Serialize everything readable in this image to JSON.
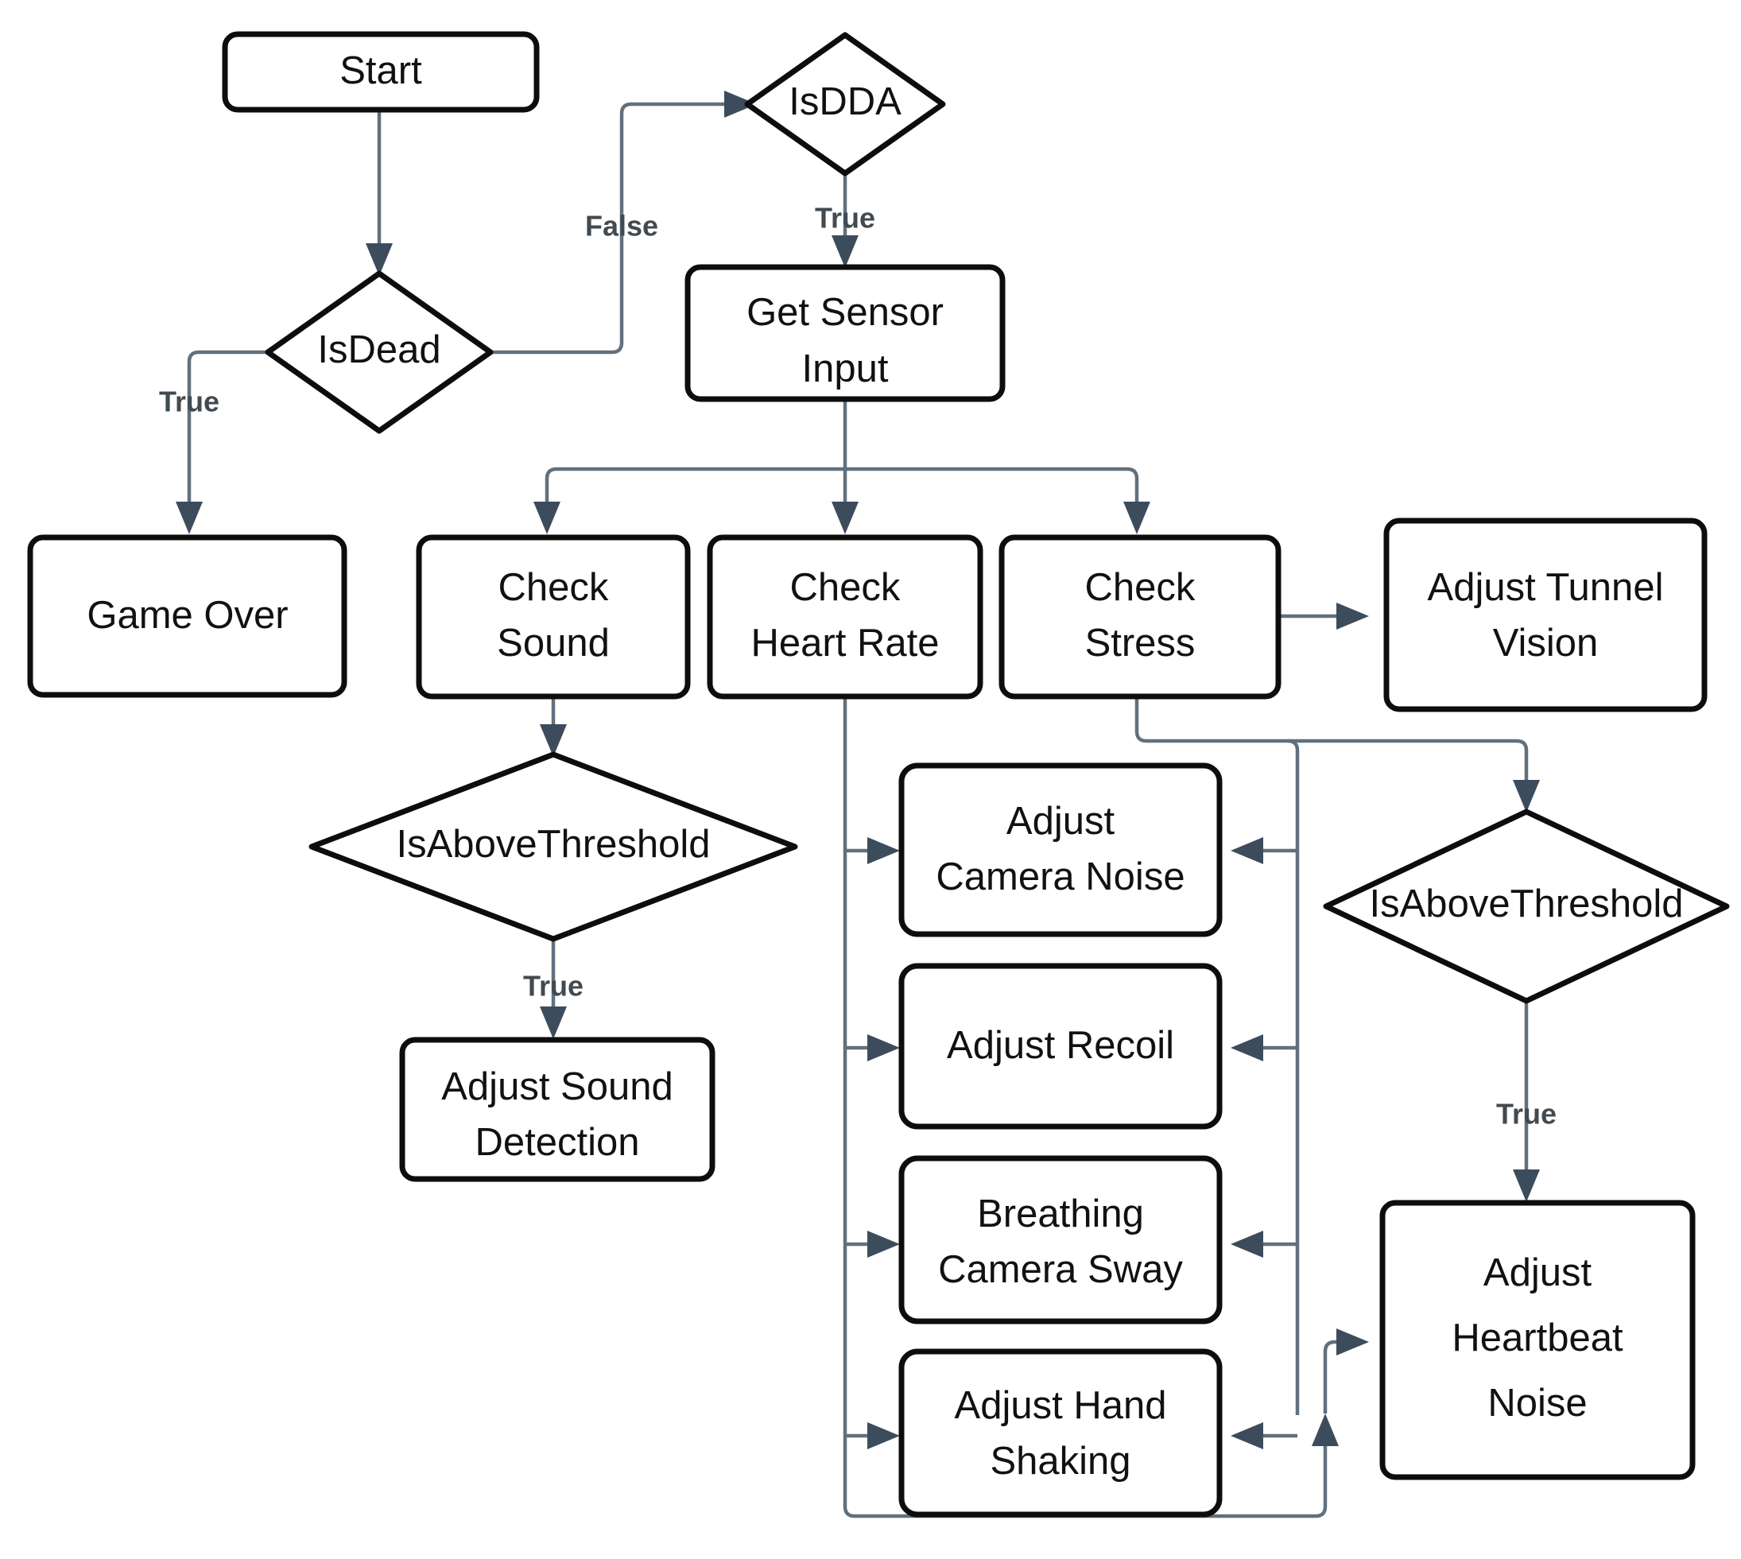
{
  "diagram": {
    "type": "flowchart",
    "title": "",
    "background_color": "#ffffff",
    "node_fill": "#ffffff",
    "node_stroke": "#0d0d0d",
    "edge_color": "#61707d",
    "arrowhead_color": "#3d4c5c",
    "label_color": "#111111",
    "edge_label_color": "#424a51"
  },
  "nodes": {
    "start": {
      "label": "Start",
      "shape": "rounded-rect"
    },
    "is_dead": {
      "label": "IsDead",
      "shape": "diamond"
    },
    "is_dda": {
      "label": "IsDDA",
      "shape": "diamond"
    },
    "game_over": {
      "label": "Game Over",
      "shape": "rounded-rect"
    },
    "get_sensor_input": {
      "label_line1": "Get Sensor",
      "label_line2": "Input",
      "shape": "rounded-rect"
    },
    "check_sound": {
      "label_line1": "Check",
      "label_line2": "Sound",
      "shape": "rounded-rect"
    },
    "check_heart_rate": {
      "label_line1": "Check",
      "label_line2": "Heart Rate",
      "shape": "rounded-rect"
    },
    "check_stress": {
      "label_line1": "Check",
      "label_line2": "Stress",
      "shape": "rounded-rect"
    },
    "adjust_tunnel_vision": {
      "label_line1": "Adjust Tunnel",
      "label_line2": "Vision",
      "shape": "rounded-rect"
    },
    "is_above_threshold_sound": {
      "label": "IsAboveThreshold",
      "shape": "diamond"
    },
    "is_above_threshold_stress": {
      "label": "IsAboveThreshold",
      "shape": "diamond"
    },
    "adjust_sound_detection": {
      "label_line1": "Adjust Sound",
      "label_line2": "Detection",
      "shape": "rounded-rect"
    },
    "adjust_camera_noise": {
      "label_line1": "Adjust",
      "label_line2": "Camera Noise",
      "shape": "rounded-rect"
    },
    "adjust_recoil": {
      "label": "Adjust Recoil",
      "shape": "rounded-rect"
    },
    "breathing_camera_sway": {
      "label_line1": "Breathing",
      "label_line2": "Camera Sway",
      "shape": "rounded-rect"
    },
    "adjust_hand_shaking": {
      "label_line1": "Adjust Hand",
      "label_line2": "Shaking",
      "shape": "rounded-rect"
    },
    "adjust_heartbeat_noise": {
      "label_line1": "Adjust",
      "label_line2": "Heartbeat",
      "label_line3": "Noise",
      "shape": "rounded-rect"
    }
  },
  "edge_labels": {
    "is_dead_false": "False",
    "is_dead_true": "True",
    "is_dda_true": "True",
    "threshold_sound_true": "True",
    "threshold_stress_true": "True"
  },
  "edges": [
    {
      "from": "start",
      "to": "is_dead",
      "label": ""
    },
    {
      "from": "is_dead",
      "to": "is_dda",
      "label": "False"
    },
    {
      "from": "is_dead",
      "to": "game_over",
      "label": "True"
    },
    {
      "from": "is_dda",
      "to": "get_sensor_input",
      "label": "True"
    },
    {
      "from": "get_sensor_input",
      "to": "check_sound",
      "label": ""
    },
    {
      "from": "get_sensor_input",
      "to": "check_heart_rate",
      "label": ""
    },
    {
      "from": "get_sensor_input",
      "to": "check_stress",
      "label": ""
    },
    {
      "from": "check_sound",
      "to": "is_above_threshold_sound",
      "label": ""
    },
    {
      "from": "is_above_threshold_sound",
      "to": "adjust_sound_detection",
      "label": "True"
    },
    {
      "from": "check_stress",
      "to": "adjust_tunnel_vision",
      "label": ""
    },
    {
      "from": "check_stress",
      "to": "is_above_threshold_stress",
      "label": ""
    },
    {
      "from": "is_above_threshold_stress",
      "to": "adjust_heartbeat_noise",
      "label": "True"
    },
    {
      "from": "check_heart_rate",
      "to": "adjust_camera_noise",
      "label": ""
    },
    {
      "from": "check_heart_rate",
      "to": "adjust_recoil",
      "label": ""
    },
    {
      "from": "check_heart_rate",
      "to": "breathing_camera_sway",
      "label": ""
    },
    {
      "from": "check_heart_rate",
      "to": "adjust_hand_shaking",
      "label": ""
    },
    {
      "from": "check_stress",
      "to": "adjust_camera_noise",
      "label": ""
    },
    {
      "from": "check_stress",
      "to": "adjust_recoil",
      "label": ""
    },
    {
      "from": "check_stress",
      "to": "breathing_camera_sway",
      "label": ""
    },
    {
      "from": "check_stress",
      "to": "adjust_hand_shaking",
      "label": ""
    },
    {
      "from": "adjust_hand_shaking",
      "to": "adjust_heartbeat_noise",
      "label": ""
    }
  ]
}
